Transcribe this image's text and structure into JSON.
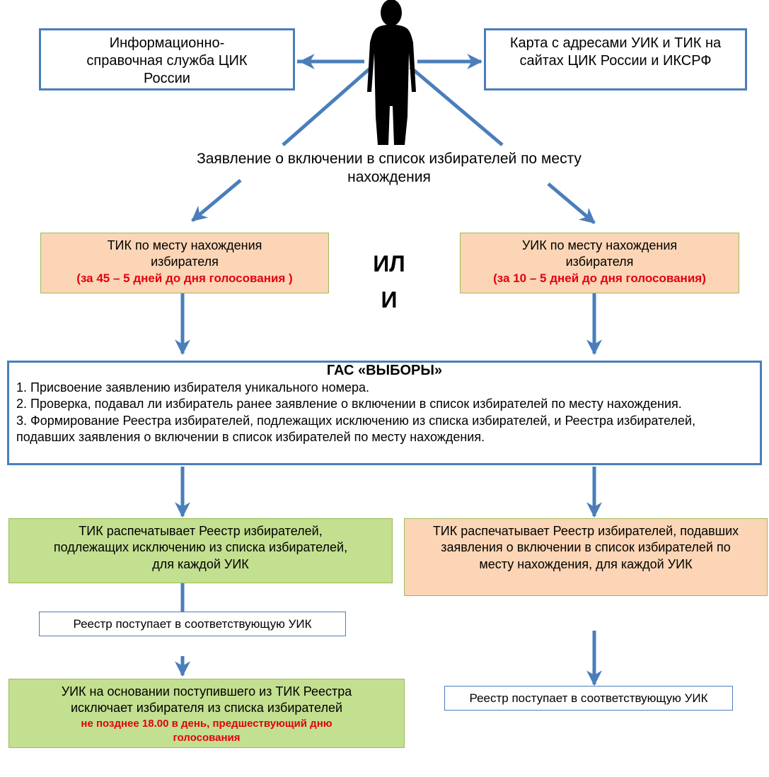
{
  "nodes": {
    "info_service": "Информационно-справочная служба  ЦИК России",
    "map": "Карта с адресами УИК и ТИК на сайтах ЦИК России и ИКСРФ",
    "application": "Заявление о включении в список избирателей по месту нахождения",
    "tik_place": "ТИК по месту нахождения избирателя",
    "tik_term": "(за 45 – 5 дней до дня голосования )",
    "or_label": "ИЛ И",
    "uik_place": "УИК по месту нахождения избирателя",
    "uik_term": "(за 10 – 5 дней до дня голосования)",
    "gas_title": "ГАС «ВЫБОРЫ»",
    "gas_items": [
      "1. Присвоение заявлению избирателя уникального номера.",
      "2. Проверка, подавал ли избиратель ранее заявление о включении в список избирателей по месту нахождения.",
      "3. Формирование Реестра избирателей, подлежащих исключению из списка избирателей, и  Реестра избирателей, подавших заявления о включении в список избирателей по месту нахождения."
    ],
    "tik_print_excl": "ТИК распечатывает Реестр избирателей, подлежащих исключению из списка избирателей, для каждой УИК",
    "tik_print_incl": "ТИК распечатывает Реестр избирателей, подавших заявления о включении в список избирателей по месту нахождения, для каждой УИК",
    "registry_left": "Реестр поступает в соответствующую УИК",
    "registry_right": "Реестр поступает в соответствующую УИК",
    "uik_excludes": "УИК на основании поступившего из ТИК Реестра исключает избирателя из списка избирателей",
    "uik_deadline": "не позднее 18.00 в день, предшествующий дню голосования"
  },
  "colors": {
    "arrow": "#4a7ebb",
    "orange_fill": "#fbd5b5",
    "green_fill": "#c3df90",
    "deadline_text": "#e3000f"
  },
  "icons": [
    "person-silhouette-icon"
  ]
}
